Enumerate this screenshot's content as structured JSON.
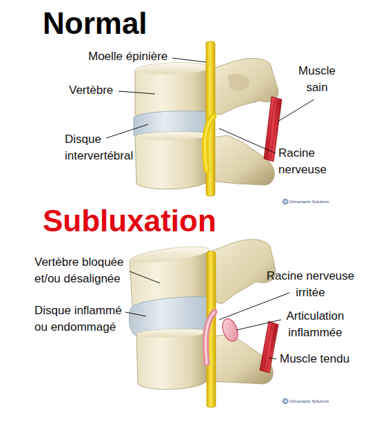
{
  "diagram": {
    "labels": [
      "Normal",
      "Moelle épinière",
      "Vertèbre",
      "Muscle sain",
      "Disque intervertébral",
      "Racine nerveuse",
      "Chiropractic Solutions",
      "Subluxation",
      "Vertèbre bloquée et/ou désalignée",
      "Racine nerveuse irritée",
      "Disque inflammé ou endommagé",
      "Articulation inflammée",
      "Muscle tendu",
      "Chiropractic Solutions"
    ]
  }
}
